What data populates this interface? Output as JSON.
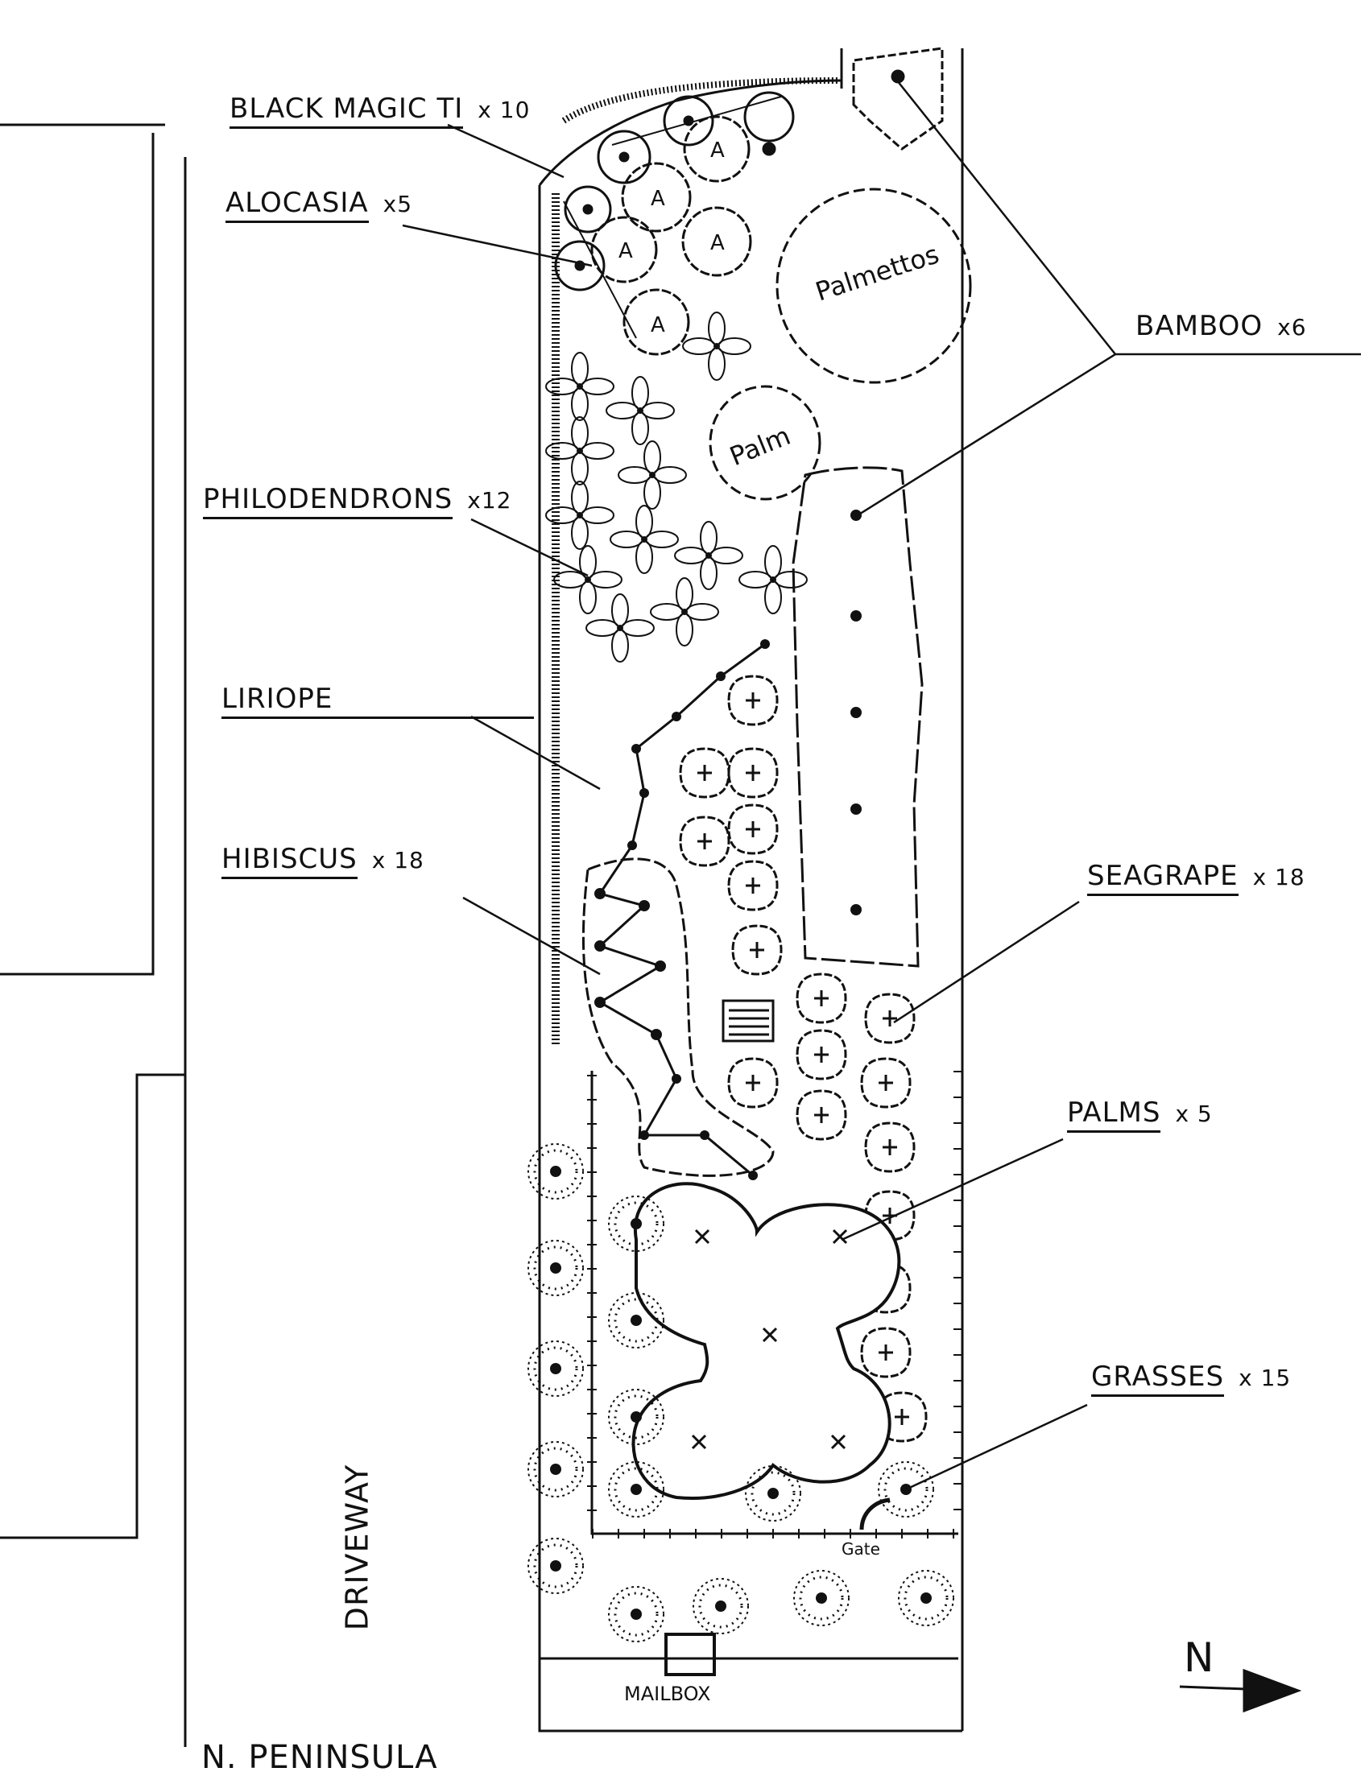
{
  "diagram": {
    "type": "landscape-plan-sketch",
    "callouts": [
      {
        "id": "black-magic-ti",
        "name": "BLACK MAGIC TI",
        "qty": "x 10"
      },
      {
        "id": "alocasia",
        "name": "ALOCASIA",
        "qty": "x5"
      },
      {
        "id": "philodendrons",
        "name": "PHILODENDRONS",
        "qty": "x12"
      },
      {
        "id": "liriope",
        "name": "LIRIOPE",
        "qty": ""
      },
      {
        "id": "hibiscus",
        "name": "HIBISCUS",
        "qty": "x 18"
      },
      {
        "id": "bamboo",
        "name": "BAMBOO",
        "qty": "x6"
      },
      {
        "id": "seagrape",
        "name": "SEAGRAPE",
        "qty": "x 18"
      },
      {
        "id": "palms",
        "name": "PALMS",
        "qty": "x 5"
      },
      {
        "id": "grasses",
        "name": "GRASSES",
        "qty": "x 15"
      }
    ],
    "in_plan_labels": {
      "palmettos": "Palmettos",
      "palm": "Palm",
      "gate": "Gate",
      "mailbox": "MAILBOX",
      "driveway": "DRIVEWAY",
      "street": "N. PENINSULA"
    },
    "north_arrow": {
      "label": "N",
      "direction": "right"
    },
    "colors": {
      "ink": "#111111",
      "paper": "#ffffff"
    }
  }
}
